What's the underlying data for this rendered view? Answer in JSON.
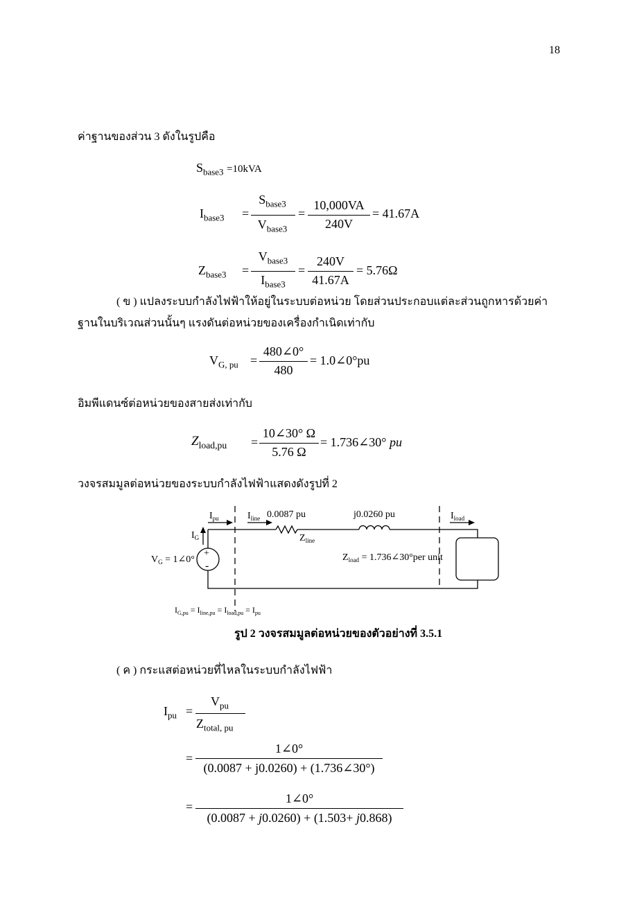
{
  "page_number": "18",
  "intro_text": "ค่าฐานของส่วน 3 ดังในรูปคือ",
  "eq_s_base3": {
    "lhs": "S",
    "lhs_sub": "base3",
    "rhs": "=10kVA"
  },
  "eq_i_base3": {
    "lhs": "I",
    "lhs_sub": "base3",
    "num1": "S",
    "num1_sub": "base3",
    "den1": "V",
    "den1_sub": "base3",
    "num2": "10,000VA",
    "den2": "240V",
    "result": "= 41.67A"
  },
  "eq_z_base3": {
    "lhs": "Z",
    "lhs_sub": "base3",
    "num1": "V",
    "num1_sub": "base3",
    "den1": "I",
    "den1_sub": "base3",
    "num2": "240V",
    "den2": "41.67A",
    "result": "= 5.76Ω"
  },
  "para_b_line1": "( ข ) แปลงระบบกำลังไฟฟ้าให้อยู่ในระบบต่อหน่วย โดยส่วนประกอบแต่ละส่วนถูกหารด้วยค่า",
  "para_b_line2": "ฐานในบริเวณส่วนนั้นๆ แรงดันต่อหน่วยของเครื่องกำเนิดเท่ากับ",
  "eq_vg": {
    "lhs": "V",
    "lhs_sub": "G, pu",
    "num": "480∠0°",
    "den": "480",
    "result": "= 1.0∠0°pu"
  },
  "impedance_text": "อิมพีแดนซ์ต่อหน่วยของสายส่งเท่ากับ",
  "eq_zload": {
    "lhs": "Z",
    "lhs_sub": "load,pu",
    "num": "10∠30° Ω",
    "den": "5.76 Ω",
    "result": "= 1.736∠30°",
    "result_unit": "pu"
  },
  "circuit_intro": "วงจรสมมูลต่อหน่วยของระบบกำลังไฟฟ้าแสดงดังรูปที่ 2",
  "circuit": {
    "i_pu": "I",
    "i_pu_sub": "pu",
    "i_line": "I",
    "i_line_sub": "line",
    "r_value": "0.0087 pu",
    "x_value": "j0.0260 pu",
    "i_load": "I",
    "i_load_sub": "load",
    "z_line": "Z",
    "z_line_sub": "line",
    "i_g": "I",
    "i_g_sub": "G",
    "v_g": "V",
    "v_g_sub": "G",
    "v_g_value": " = 1∠0°",
    "z_load": "Z",
    "z_load_sub": "load",
    "z_load_value": " = 1.736∠30°per unit",
    "plus": "+",
    "minus": "-",
    "currents_eq_parts": [
      "I",
      "G,pu",
      " = I",
      "line,pu",
      " = I",
      "load,pu",
      " = I",
      "pu"
    ]
  },
  "figure_caption": "รูป 2 วงจรสมมูลต่อหน่วยของตัวอย่างที่ 3.5.1",
  "para_c": "( ค ) กระแสต่อหน่วยที่ไหลในระบบกำลังไฟฟ้า",
  "eq_ipu": {
    "lhs": "I",
    "lhs_sub": "pu",
    "num": "V",
    "num_sub": "pu",
    "den": "Z",
    "den_sub": "total, pu",
    "step1_num": "1∠0°",
    "step1_den": "(0.0087 + j0.0260) + (1.736∠30°)",
    "step2_num": "1∠0°",
    "step2_den_a": "(0.0087 + ",
    "step2_den_j1": "j",
    "step2_den_b": "0.0260) + (1.503+ ",
    "step2_den_j2": "j",
    "step2_den_c": "0.868)"
  }
}
